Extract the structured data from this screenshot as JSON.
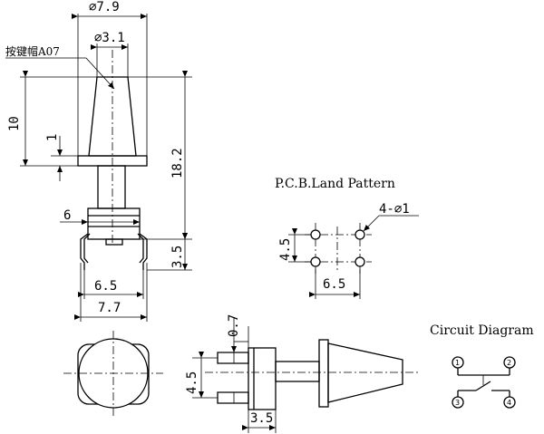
{
  "top_view": {
    "dia_outer": "⌀7.9",
    "dia_inner": "⌀3.1",
    "cap_label": "按键帽A07",
    "height_total_left": "10",
    "height_step": "1",
    "width_body": "6",
    "height_total_right": "18.2",
    "lead_height": "3.5",
    "lead_pitch": "6.5",
    "overall_width": "7.7"
  },
  "pcb": {
    "title": "P.C.B.Land Pattern",
    "hole_spec": "4-⌀1",
    "spacing_v": "4.5",
    "spacing_h": "6.5"
  },
  "side_view": {
    "lead_thickness": "0.7",
    "lead_spacing": "4.5",
    "body_depth": "3.5"
  },
  "circuit": {
    "title": "Circuit Diagram",
    "pins": [
      "1",
      "2",
      "3",
      "4"
    ]
  }
}
